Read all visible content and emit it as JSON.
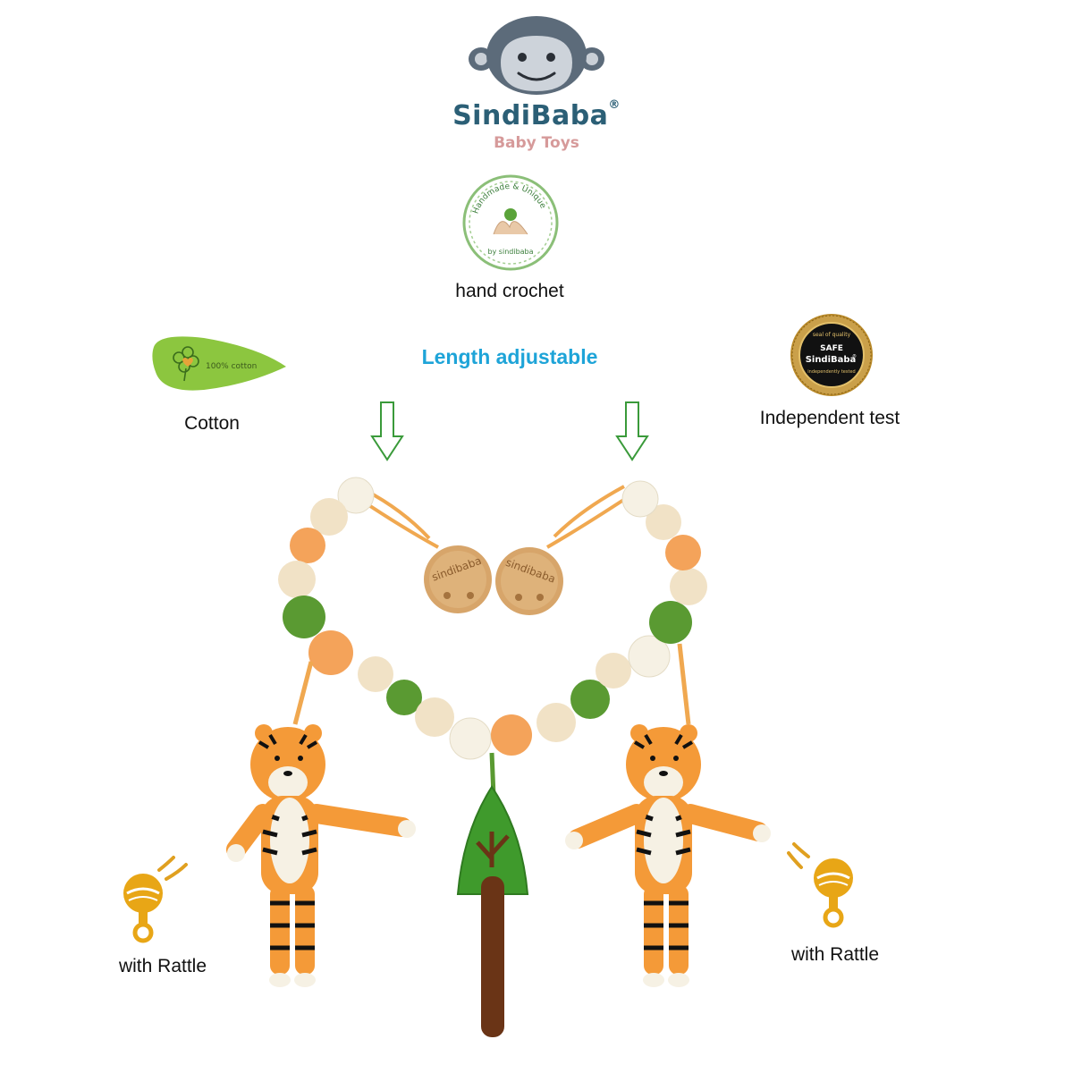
{
  "brand": {
    "name": "SindiBaba",
    "reg": "®",
    "subtitle": "Baby Toys"
  },
  "badge": {
    "ring_text": "Handmade & Unique",
    "by_text": "by sindibaba",
    "caption": "hand crochet"
  },
  "cotton": {
    "leaf_text": "100% cotton",
    "caption": "Cotton"
  },
  "length": {
    "caption": "Length adjustable"
  },
  "seal": {
    "top_text": "seal of quality",
    "safe": "SAFE",
    "brand": "SindiBaba",
    "reg": "®",
    "bottom_text": "independently tested",
    "caption": "Independent test"
  },
  "clips": {
    "engraving": "sindibaba"
  },
  "rattle_left": {
    "caption": "with Rattle"
  },
  "rattle_right": {
    "caption": "with Rattle"
  },
  "colors": {
    "brand_blue": "#2b5f76",
    "subtitle_pink": "#d69a9a",
    "accent_blue": "#1ea4d8",
    "arrow_green": "#3a9a3a",
    "leaf_green": "#8cc63f",
    "gold": "#c7922a",
    "bead_orange": "#f4a35a",
    "bead_green": "#5a9a32",
    "bead_wood": "#f1e2c6",
    "bead_white": "#f6f1e4"
  }
}
